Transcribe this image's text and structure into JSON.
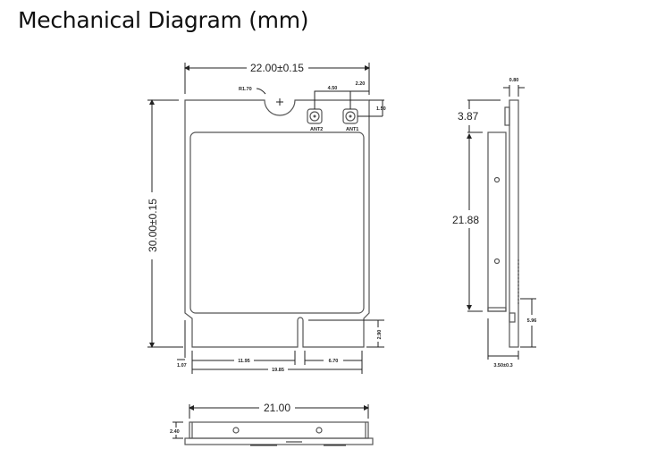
{
  "title": "Mechanical Diagram (mm)",
  "front_view": {
    "width": "22.00±0.15",
    "height": "30.00±0.15",
    "notch_radius": "R1.70",
    "ant_spacing": "4.50",
    "ant_edge": "2.20",
    "ant_top": "1.50",
    "ant2": "ANT2",
    "ant1": "ANT1",
    "left_offset": "1.07",
    "key_left": "11.95",
    "key_right": "6.70",
    "contact_width": "19.85",
    "key_depth": "2.90"
  },
  "side_view": {
    "pcb_thickness": "0.80",
    "top_gap": "3.87",
    "shield_length": "21.88",
    "contact_length": "5.96",
    "total_thickness": "3.50±0.3"
  },
  "bottom_view": {
    "width": "21.00",
    "height": "2.40"
  }
}
